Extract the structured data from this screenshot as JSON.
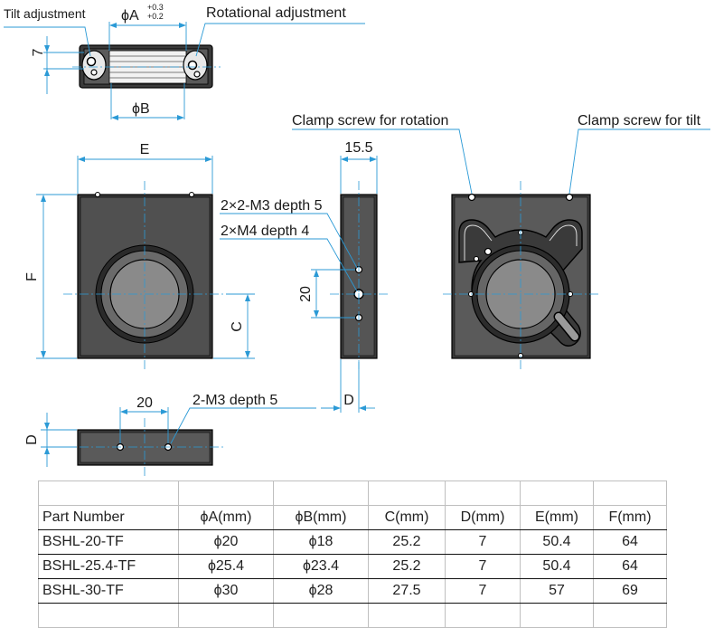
{
  "labels": {
    "tilt_adjustment": "Tilt adjustment",
    "rotational_adjustment": "Rotational adjustment",
    "phi_a": "ϕA",
    "phi_a_tol_upper": "+0.3",
    "phi_a_tol_lower": "+0.2",
    "phi_b": "ϕB",
    "dim_7": "7",
    "clamp_rotation": "Clamp screw for rotation",
    "clamp_tilt": "Clamp screw for tilt",
    "dim_e": "E",
    "dim_f": "F",
    "dim_c": "C",
    "dim_d_side": "D",
    "dim_d_bottom": "D",
    "dim_15_5": "15.5",
    "dim_20_side": "20",
    "dim_20_bottom": "20",
    "holes_m3": "2×2-M3 depth 5",
    "holes_m4": "2×M4 depth 4",
    "holes_bottom": "2-M3 depth 5"
  },
  "table": {
    "headers": [
      "Part Number",
      "ϕA(mm)",
      "ϕB(mm)",
      "C(mm)",
      "D(mm)",
      "E(mm)",
      "F(mm)"
    ],
    "rows": [
      [
        "BSHL-20-TF",
        "ϕ20",
        "ϕ18",
        "25.2",
        "7",
        "50.4",
        "64"
      ],
      [
        "BSHL-25.4-TF",
        "ϕ25.4",
        "ϕ23.4",
        "25.2",
        "7",
        "50.4",
        "64"
      ],
      [
        "BSHL-30-TF",
        "ϕ30",
        "ϕ28",
        "27.5",
        "7",
        "57",
        "69"
      ]
    ]
  }
}
